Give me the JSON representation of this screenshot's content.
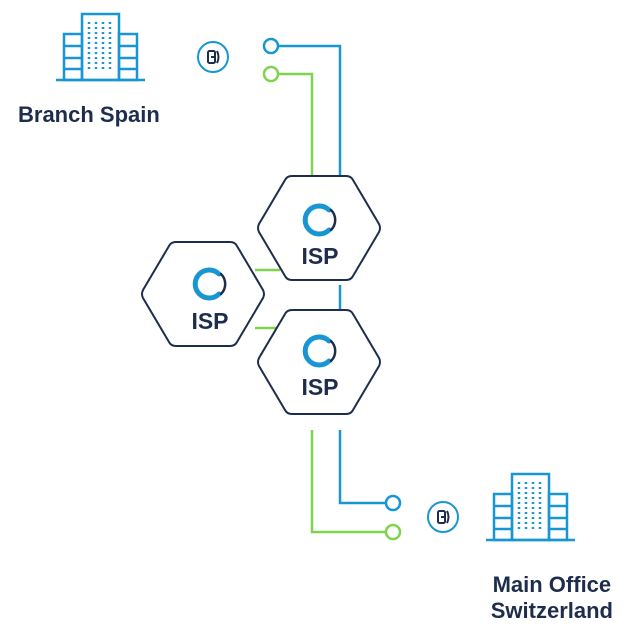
{
  "sites": {
    "branch": {
      "name": "Branch Spain"
    },
    "main": {
      "line1": "Main Office",
      "line2": "Switzerland"
    }
  },
  "isp_nodes": [
    {
      "label": "ISP",
      "icon": "c-logo-icon"
    },
    {
      "label": "ISP",
      "icon": "c-logo-icon"
    },
    {
      "label": "ISP",
      "icon": "c-logo-icon"
    }
  ],
  "icons": {
    "building": "building-icon",
    "router": "router-icon",
    "isp_logo": "c-logo-icon"
  },
  "colors": {
    "blue": "#1896d4",
    "green": "#7fd34e",
    "navy": "#1f2d4d"
  }
}
